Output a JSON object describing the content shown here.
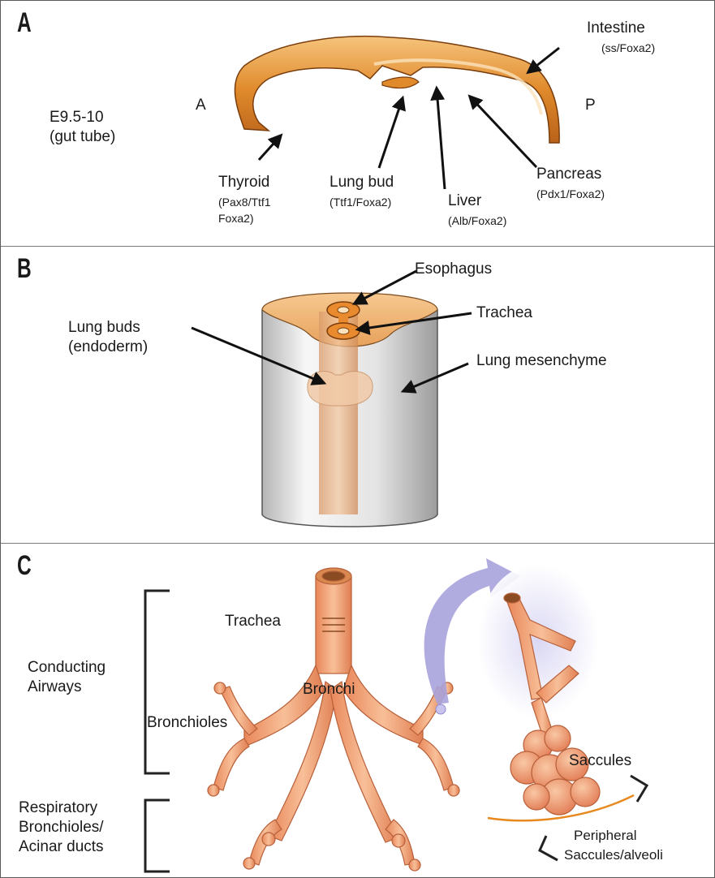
{
  "panels": {
    "a": {
      "letter": "A",
      "stage": "E9.5-10",
      "stage_note": "(gut tube)",
      "anterior": "A",
      "posterior": "P",
      "intestine": {
        "name": "Intestine",
        "markers": "(ss/Foxa2)"
      },
      "thyroid": {
        "name": "Thyroid",
        "markers_line1": "(Pax8/Ttf1",
        "markers_line2": "Foxa2)"
      },
      "lung_bud": {
        "name": "Lung bud",
        "markers": "(Ttf1/Foxa2)"
      },
      "liver": {
        "name": "Liver",
        "markers": "(Alb/Foxa2)"
      },
      "pancreas": {
        "name": "Pancreas",
        "markers": "(Pdx1/Foxa2)"
      }
    },
    "b": {
      "letter": "B",
      "esophagus": "Esophagus",
      "trachea": "Trachea",
      "lung_buds_line1": "Lung buds",
      "lung_buds_line2": "(endoderm)",
      "mesenchyme": "Lung mesenchyme"
    },
    "c": {
      "letter": "C",
      "trachea": "Trachea",
      "bronchi": "Bronchi",
      "bronchioles": "Bronchioles",
      "conducting_line1": "Conducting",
      "conducting_line2": "Airways",
      "respiratory_line1": "Respiratory",
      "respiratory_line2": "Bronchioles/",
      "respiratory_line3": "Acinar ducts",
      "saccules": "Saccules",
      "peripheral_line1": "Peripheral",
      "peripheral_line2": "Saccules/alveoli"
    }
  },
  "colors": {
    "gut_orange": "#e08a2c",
    "gut_highlight": "#f6c47c",
    "tissue_peach": "#f0a47c",
    "mesenchyme_gray": "#d9d9d9",
    "magnify_lilac": "#a9a3dc",
    "ink": "#1a1a1a"
  }
}
